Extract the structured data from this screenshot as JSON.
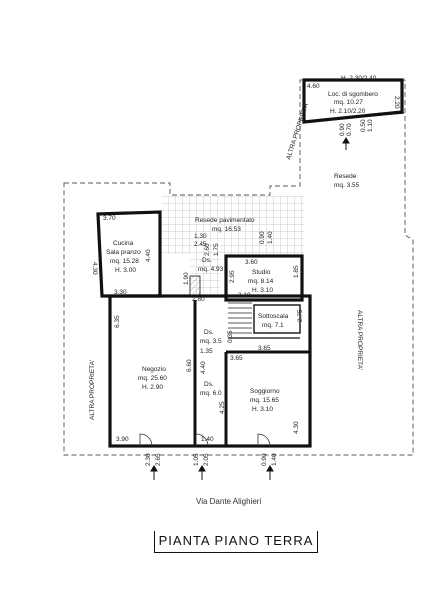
{
  "drawing_title": "PIANTA PIANO TERRA",
  "street_label": "Via Dante Alighieri",
  "neighbor_label": "ALTRA PROPRIETA'",
  "rooms": {
    "cucina": {
      "name1": "Cucina",
      "name2": "Sala pranzo",
      "area": "mq. 15.28",
      "height": "H. 3.00"
    },
    "resede_pav": {
      "name": "Resede pavimentato",
      "area": "mq. 16.53"
    },
    "ds_top": {
      "name": "Ds.",
      "area": "mq. 4.93"
    },
    "studio": {
      "name": "Studio",
      "area": "mq. 8.14",
      "height": "H. 3.10"
    },
    "sottoscala": {
      "name": "Sottoscala",
      "area": "mq. 7.1"
    },
    "ds_mid": {
      "name": "Ds.",
      "area": "mq. 3.5"
    },
    "ds_low": {
      "name": "Ds.",
      "area": "mq. 6.0"
    },
    "negozio": {
      "name": "Negozio",
      "area": "mq. 25.60",
      "height": "H. 2.90"
    },
    "soggiorno": {
      "name": "Soggiorno",
      "area": "mq. 15.65",
      "height": "H. 3.10"
    },
    "resede": {
      "name": "Resede",
      "area": "mq. 3.55"
    },
    "sgombero": {
      "name": "Loc. di sgombero",
      "area": "mq. 10.27"
    }
  },
  "dims": {
    "d370": "3.70",
    "d430": "4.30",
    "d440a": "4.40",
    "d330": "3.30",
    "d190": "1.90",
    "d280": "2.80",
    "d360": "3.60",
    "d310": "3.10",
    "d185": "1.85",
    "d295": "2.95",
    "d130": "1.30",
    "d245": "2.45",
    "d260": "2.60",
    "d175": "1.75",
    "d090a": "0.90",
    "d140a": "1.40",
    "d275": "2.75",
    "d636": "6.35",
    "d660": "6.60",
    "d440b": "4.40",
    "d135": "1.35",
    "d365a": "3.65",
    "d365b": "3.65",
    "d425": "4.25",
    "d390": "3.90",
    "d140b": "1.40",
    "d430b": "4.30",
    "d460": "4.60",
    "h230": "H. 2.30/2.40",
    "h210": "H. 2.10/2.20",
    "d220": "2.20",
    "b230": "2.30",
    "b265": "2.65",
    "b105": "1.05",
    "b205": "2.05",
    "b090": "0.90",
    "b140": "1.40",
    "d090b": "0.90",
    "d070": "0.70",
    "d050": "0.50",
    "d110": "1.10",
    "d035": "0.35"
  }
}
